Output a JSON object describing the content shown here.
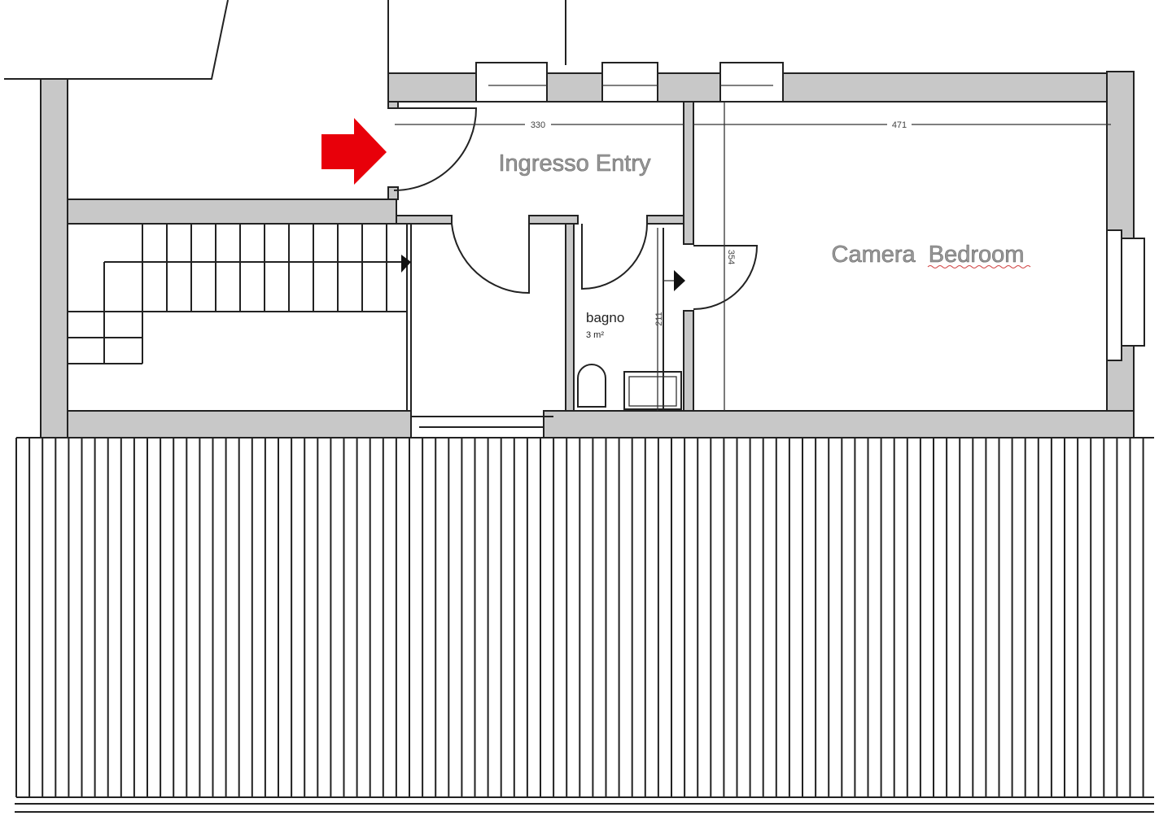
{
  "rooms": {
    "entry": "Ingresso Entry",
    "bedroom": "Camera  Bedroom",
    "bathroom": "bagno",
    "bathroom_area": "3 m²"
  },
  "dimensions": {
    "entry_width": "330",
    "bedroom_width": "471",
    "bedroom_door_height": "354",
    "bathroom_height": "211"
  },
  "colors": {
    "wall_fill": "#c8c8c8",
    "entry_arrow": "#e8000a",
    "spellcheck_underline": "#d04040"
  },
  "icons": {
    "entry_arrow": "red-arrow-icon"
  }
}
